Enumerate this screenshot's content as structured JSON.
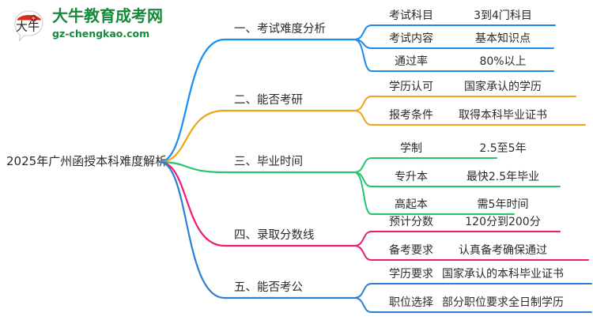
{
  "logo": {
    "mark_text": "大牛",
    "title": "大牛教育成考网",
    "domain": "gz-chengkao.com",
    "brand_green": "#168a3a",
    "brand_red": "#d92b1c"
  },
  "mindmap": {
    "root": "2025年广州函授本科难度解析",
    "branches": [
      {
        "label": "一、考试难度分析",
        "color": "#1a8cf0",
        "children": [
          {
            "key": "考试科目",
            "value": "3到4门科目"
          },
          {
            "key": "考试内容",
            "value": "基本知识点"
          },
          {
            "key": "通过率",
            "value": "80%以上"
          }
        ]
      },
      {
        "label": "二、能否考研",
        "color": "#f0a316",
        "children": [
          {
            "key": "学历认可",
            "value": "国家承认的学历"
          },
          {
            "key": "报考条件",
            "value": "取得本科毕业证书"
          }
        ]
      },
      {
        "label": "三、毕业时间",
        "color": "#25c56e",
        "children": [
          {
            "key": "学制",
            "value": "2.5至5年"
          },
          {
            "key": "专升本",
            "value": "最快2.5年毕业"
          },
          {
            "key": "高起本",
            "value": "需5年时间"
          }
        ]
      },
      {
        "label": "四、录取分数线",
        "color": "#ef1a74",
        "children": [
          {
            "key": "预计分数",
            "value": "120分到200分"
          },
          {
            "key": "备考要求",
            "value": "认真备考确保通过"
          }
        ]
      },
      {
        "label": "五、能否考公",
        "color": "#2b7fd4",
        "children": [
          {
            "key": "学历要求",
            "value": "国家承认的本科毕业证书"
          },
          {
            "key": "职位选择",
            "value": "部分职位要求全日制学历"
          }
        ]
      }
    ]
  }
}
